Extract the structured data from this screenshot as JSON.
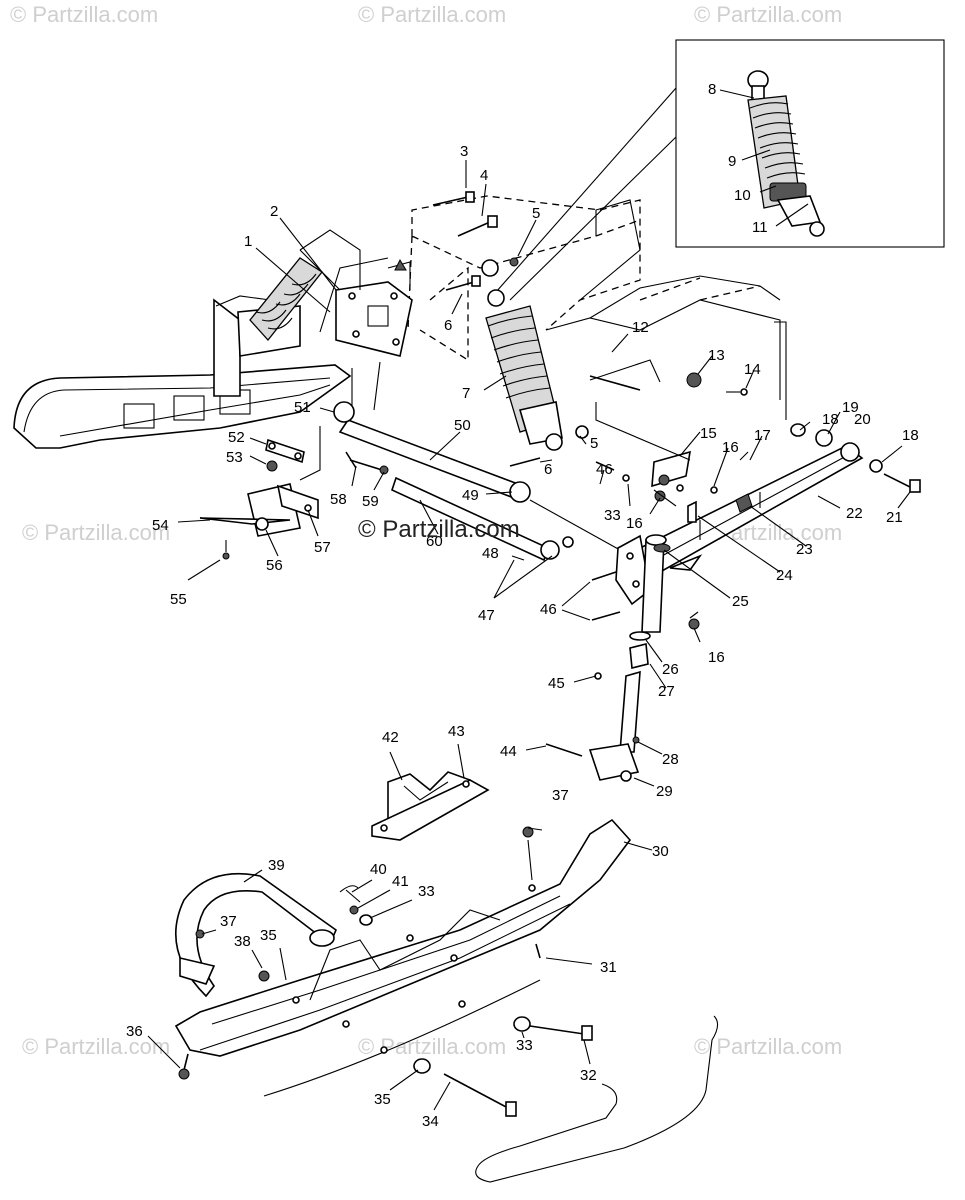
{
  "watermarks": {
    "top_left": "© Partzilla.com",
    "top_center": "© Partzilla.com",
    "top_right": "© Partzilla.com",
    "mid_left": "© Partzilla.com",
    "mid_center": "© Partzilla.com",
    "mid_right": "© Partzilla.com",
    "bottom_left": "© Partzilla.com",
    "bottom_center": "© Partzilla.com",
    "bottom_right": "© Partzilla.com"
  },
  "callouts": {
    "c1": "1",
    "c2": "2",
    "c3": "3",
    "c4": "4",
    "c5a": "5",
    "c5b": "5",
    "c6a": "6",
    "c6b": "6",
    "c7": "7",
    "c8": "8",
    "c9": "9",
    "c10": "10",
    "c11": "11",
    "c12": "12",
    "c13": "13",
    "c14": "14",
    "c15": "15",
    "c16a": "16",
    "c16b": "16",
    "c16c": "16",
    "c17": "17",
    "c18a": "18",
    "c18b": "18",
    "c19": "19",
    "c20": "20",
    "c21": "21",
    "c22": "22",
    "c23": "23",
    "c24": "24",
    "c25": "25",
    "c26": "26",
    "c27": "27",
    "c28": "28",
    "c29": "29",
    "c30": "30",
    "c31": "31",
    "c32": "32",
    "c33a": "33",
    "c33b": "33",
    "c33c": "33",
    "c34": "34",
    "c35a": "35",
    "c35b": "35",
    "c36": "36",
    "c37a": "37",
    "c37b": "37",
    "c38": "38",
    "c39": "39",
    "c40": "40",
    "c41": "41",
    "c42": "42",
    "c43": "43",
    "c44": "44",
    "c45": "45",
    "c46a": "46",
    "c46b": "46",
    "c47": "47",
    "c48": "48",
    "c49": "49",
    "c50": "50",
    "c51": "51",
    "c52": "52",
    "c53": "53",
    "c54": "54",
    "c55": "55",
    "c56": "56",
    "c57": "57",
    "c58": "58",
    "c59": "59",
    "c60": "60"
  }
}
